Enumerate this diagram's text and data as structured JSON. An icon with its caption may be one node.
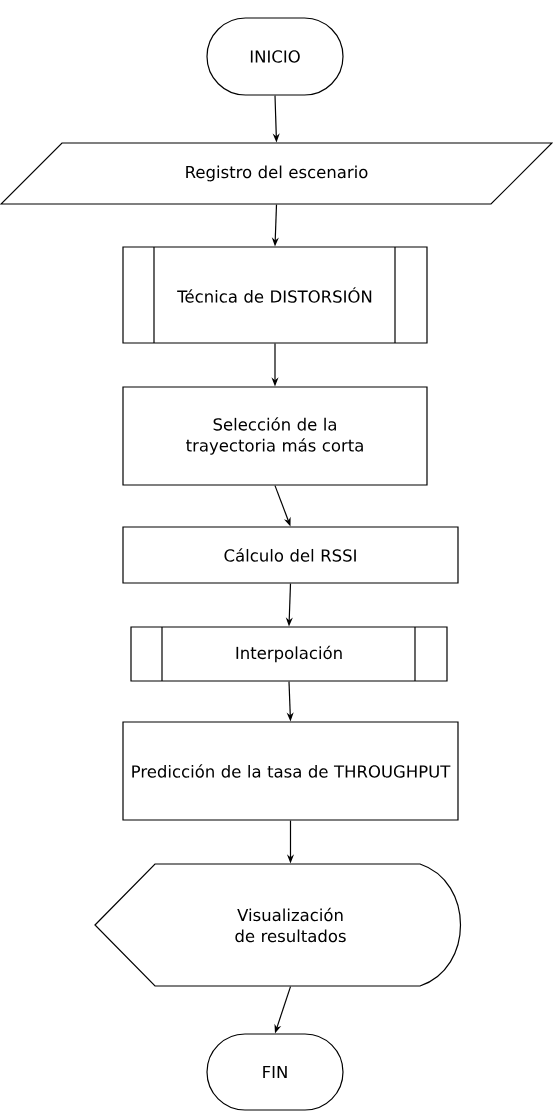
{
  "diagram": {
    "nodes": [
      {
        "text": [
          "INICIO"
        ]
      },
      {
        "text": [
          "Registro del escenario"
        ]
      },
      {
        "text": [
          "Técnica de DISTORSIÓN"
        ]
      },
      {
        "text": [
          "Selección de la trayectoria más corta"
        ]
      },
      {
        "text": [
          "Cálculo del RSSI"
        ]
      },
      {
        "text": [
          "Interpolación"
        ]
      },
      {
        "text": [
          "Predicción de la tasa de THROUGHPUT"
        ]
      },
      {
        "text": [
          "Visualización de resultados"
        ]
      },
      {
        "text": [
          "FIN"
        ]
      }
    ],
    "edges": [
      {
        "from": 0,
        "to": 1,
        "arrow": "to"
      },
      {
        "from": 1,
        "to": 2,
        "arrow": "to"
      },
      {
        "from": 2,
        "to": 3,
        "arrow": "to"
      },
      {
        "from": 3,
        "to": 4,
        "arrow": "to"
      },
      {
        "from": 4,
        "to": 5,
        "arrow": "to"
      },
      {
        "from": 5,
        "to": 6,
        "arrow": "to"
      },
      {
        "from": 6,
        "to": 7,
        "arrow": "to"
      },
      {
        "from": 7,
        "to": 8,
        "arrow": "to"
      }
    ]
  }
}
